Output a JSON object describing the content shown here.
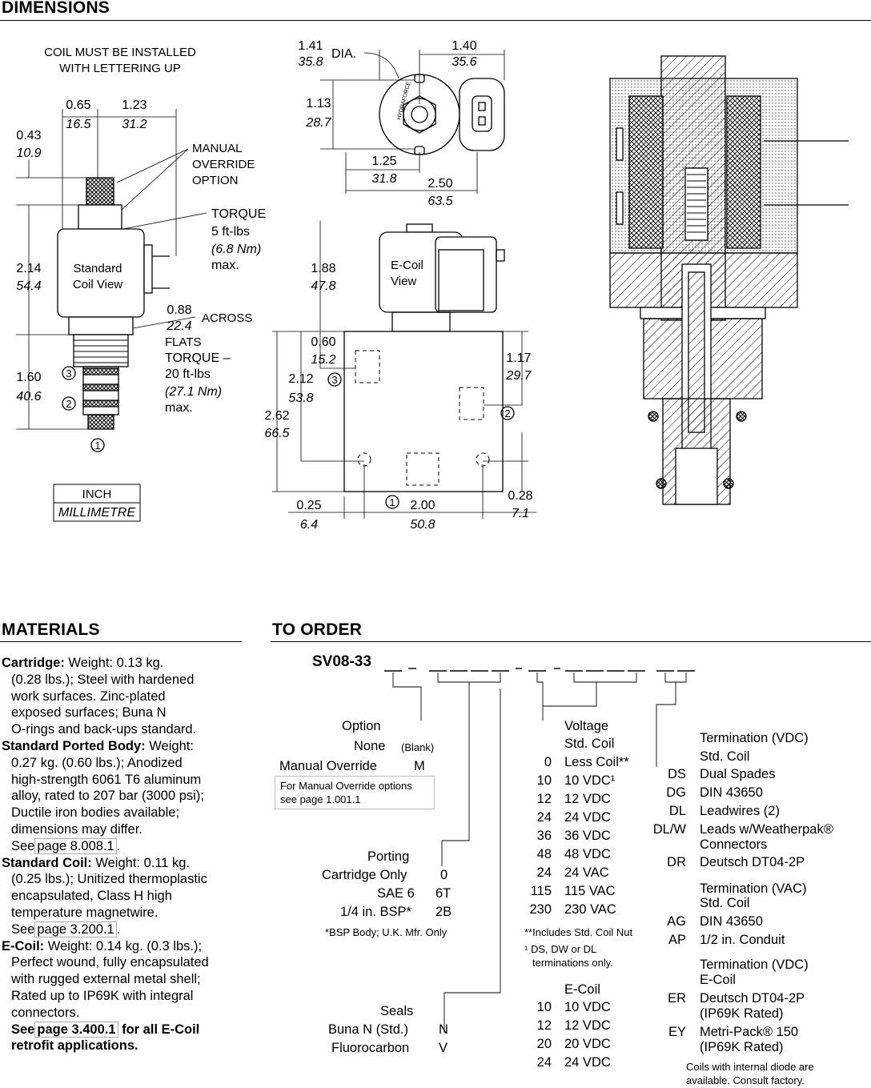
{
  "headings": {
    "dimensions": "DIMENSIONS",
    "materials": "MATERIALS",
    "to_order": "TO ORDER"
  },
  "left_view": {
    "note1": "COIL MUST BE INSTALLED",
    "note2": "WITH LETTERING UP",
    "d065_in": "0.65",
    "d065_mm": "16.5",
    "d123_in": "1.23",
    "d123_mm": "31.2",
    "d043_in": "0.43",
    "d043_mm": "10.9",
    "mo1": "MANUAL",
    "mo2": "OVERRIDE",
    "mo3": "OPTION",
    "t1": "TORQUE",
    "t2": "5 ft-lbs",
    "t3": "(6.8 Nm)",
    "t4": "max.",
    "d214_in": "2.14",
    "d214_mm": "54.4",
    "coil1": "Standard",
    "coil2": "Coil View",
    "d088_in": "0.88",
    "d088_mm": "22.4",
    "across": "ACROSS",
    "flats": "FLATS",
    "t5": "TORQUE –",
    "t6": "20 ft-lbs",
    "t7": "(27.1 Nm)",
    "t8": "max.",
    "d160_in": "1.60",
    "d160_mm": "40.6",
    "p3": "3",
    "p2": "2",
    "p1": "1",
    "unit_inch": "INCH",
    "unit_mm": "MILLIMETRE"
  },
  "top_view": {
    "d141_in": "1.41",
    "d141_mm": "35.8",
    "dia": "DIA.",
    "d140_in": "1.40",
    "d140_mm": "35.6",
    "d113_in": "1.13",
    "d113_mm": "28.7",
    "d125_in": "1.25",
    "d125_mm": "31.8",
    "d250_in": "2.50",
    "d250_mm": "63.5",
    "brand": "HYDRAFORCE"
  },
  "front_view": {
    "d188_in": "1.88",
    "d188_mm": "47.8",
    "ecoil1": "E-Coil",
    "ecoil2": "View",
    "d060_in": "0.60",
    "d060_mm": "15.2",
    "d117_in": "1.17",
    "d117_mm": "29.7",
    "d212_in": "2.12",
    "d212_mm": "53.8",
    "d262_in": "2.62",
    "d262_mm": "66.5",
    "d025_in": "0.25",
    "d025_mm": "6.4",
    "d200_in": "2.00",
    "d200_mm": "50.8",
    "d028_in": "0.28",
    "d028_mm": "7.1",
    "p3": "3",
    "p2": "2",
    "p1": "1"
  },
  "materials": {
    "cart_label": "Cartridge:",
    "cart_l1": " Weight: 0.13 kg.",
    "cart_l2": "(0.28 lbs.); Steel with hardened",
    "cart_l3": "work surfaces. Zinc-plated",
    "cart_l4": "exposed surfaces; Buna N",
    "cart_l5": "O-rings and back-ups standard.",
    "body_label": "Standard Ported Body:",
    "body_l1": " Weight:",
    "body_l2": "0.27 kg. (0.60 lbs.); Anodized",
    "body_l3": "high-strength 6061 T6 aluminum",
    "body_l4": "alloy, rated to 207 bar (3000 psi);",
    "body_l5": "Ductile iron bodies available;",
    "body_l6": "dimensions may differ.",
    "body_see": "See",
    "body_ref": "page 8.008.1",
    "body_dot": ".",
    "coil_label": "Standard Coil:",
    "coil_l1": " Weight: 0.11 kg.",
    "coil_l2": "(0.25 lbs.); Unitized thermoplastic",
    "coil_l3": "encapsulated, Class H high",
    "coil_l4": "temperature magnetwire.",
    "coil_see": "See",
    "coil_ref": "page 3.200.1",
    "coil_dot": ".",
    "ecoil_label": "E-Coil:",
    "ecoil_l1": " Weight: 0.14 kg. (0.3 lbs.);",
    "ecoil_l2": "Perfect wound, fully encapsulated",
    "ecoil_l3": "with rugged external metal shell;",
    "ecoil_l4": "Rated up to IP69K with integral",
    "ecoil_l5": "connectors.",
    "ecoil_see": "See",
    "ecoil_ref": "page 3.400.1",
    "ecoil_tail": " for all E-Coil",
    "ecoil_l6": "retrofit applications."
  },
  "order": {
    "model": "SV08-33",
    "option": {
      "title": "Option",
      "none": "None",
      "blank": "(Blank)",
      "mo": "Manual Override",
      "mo_code": "M",
      "note1": "For Manual Override options",
      "note2": "see page 1.001.1"
    },
    "porting": {
      "title": "Porting",
      "rows": [
        {
          "label": "Cartridge Only",
          "code": "0"
        },
        {
          "label": "SAE 6",
          "code": "6T"
        },
        {
          "label": "1/4 in. BSP*",
          "code": "2B"
        }
      ],
      "note": "*BSP Body; U.K. Mfr. Only"
    },
    "seals": {
      "title": "Seals",
      "rows": [
        {
          "label": "Buna N (Std.)",
          "code": "N"
        },
        {
          "label": "Fluorocarbon",
          "code": "V"
        }
      ]
    },
    "voltage": {
      "title1": "Voltage",
      "title2": "Std. Coil",
      "rows": [
        {
          "code": "0",
          "label": "Less Coil**"
        },
        {
          "code": "10",
          "label": "10 VDC¹"
        },
        {
          "code": "12",
          "label": "12 VDC"
        },
        {
          "code": "24",
          "label": "24 VDC"
        },
        {
          "code": "36",
          "label": "36 VDC"
        },
        {
          "code": "48",
          "label": "48 VDC"
        },
        {
          "code": "24",
          "label": "24 VAC"
        },
        {
          "code": "115",
          "label": "115 VAC"
        },
        {
          "code": "230",
          "label": "230 VAC"
        }
      ],
      "note1": "**Includes Std. Coil Nut",
      "note2": "¹ DS, DW or DL",
      "note3": "terminations only.",
      "ecoil_title": "E-Coil",
      "ecoil_rows": [
        {
          "code": "10",
          "label": "10 VDC"
        },
        {
          "code": "12",
          "label": "12 VDC"
        },
        {
          "code": "20",
          "label": "20 VDC"
        },
        {
          "code": "24",
          "label": "24 VDC"
        }
      ]
    },
    "term": {
      "vdc_title": "Termination (VDC)",
      "vdc_sub": "Std. Coil",
      "vdc_rows": [
        {
          "code": "DS",
          "label": "Dual Spades"
        },
        {
          "code": "DG",
          "label": "DIN 43650"
        },
        {
          "code": "DL",
          "label": "Leadwires (2)"
        },
        {
          "code": "DL/W",
          "label": "Leads w/Weatherpak®",
          "label2": "Connectors"
        },
        {
          "code": "DR",
          "label": "Deutsch DT04-2P"
        }
      ],
      "vac_title": "Termination (VAC)",
      "vac_sub": "Std. Coil",
      "vac_rows": [
        {
          "code": "AG",
          "label": "DIN 43650"
        },
        {
          "code": "AP",
          "label": "1/2 in. Conduit"
        }
      ],
      "ec_title": "Termination (VDC)",
      "ec_sub": "E-Coil",
      "ec_rows": [
        {
          "code": "ER",
          "label": "Deutsch DT04-2P",
          "label2": "(IP69K Rated)"
        },
        {
          "code": "EY",
          "label": "Metri-Pack® 150",
          "label2": "(IP69K Rated)"
        }
      ],
      "note1": "Coils with internal diode are",
      "note2": "available. Consult factory."
    }
  }
}
